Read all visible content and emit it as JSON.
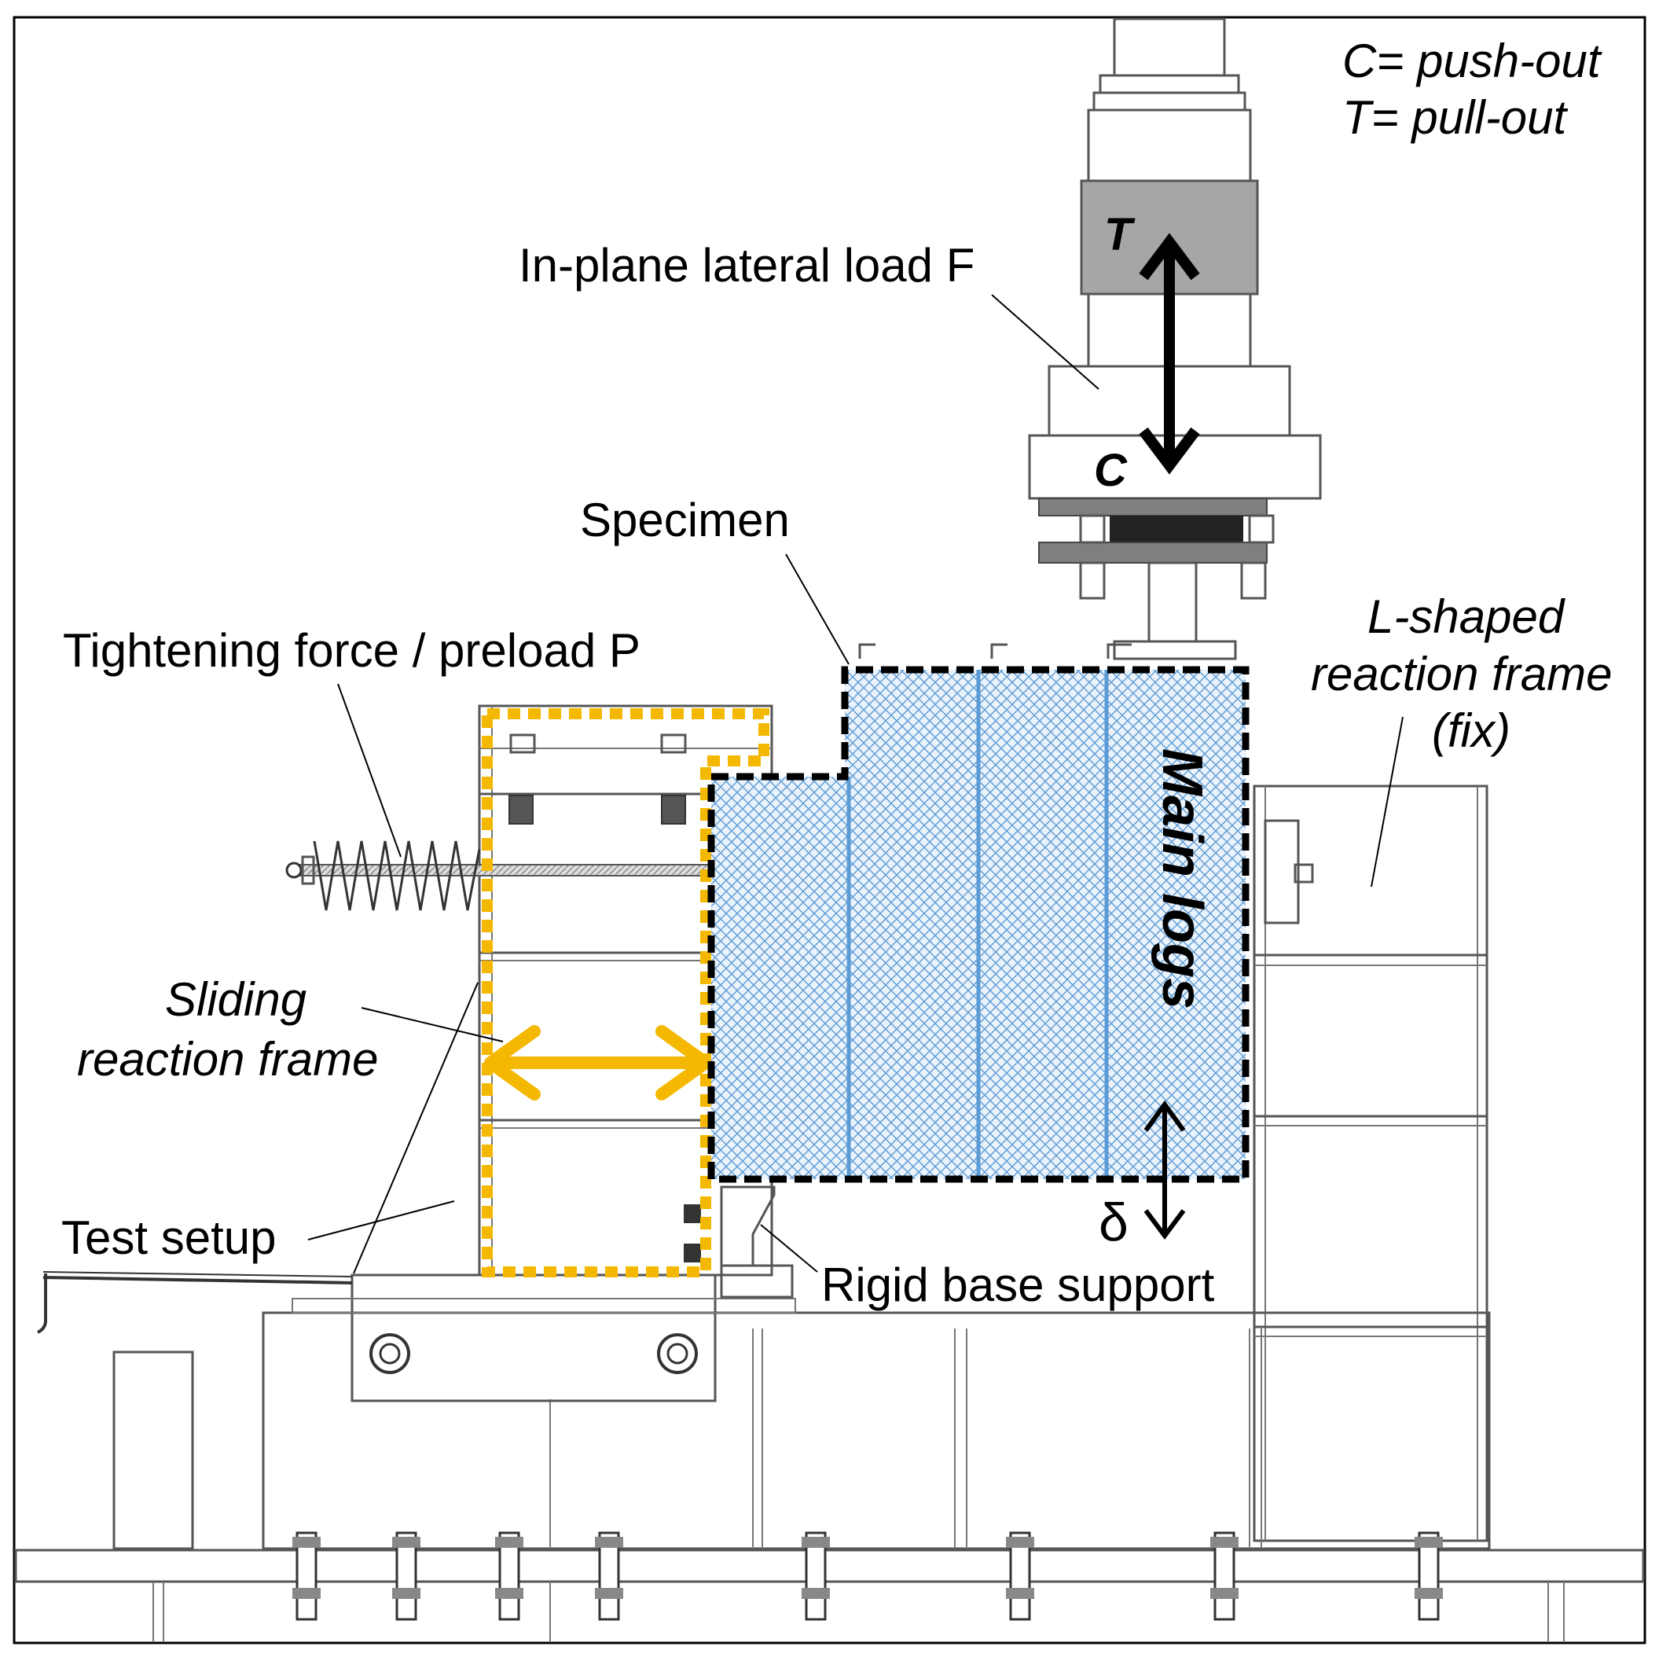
{
  "legend": {
    "line1": "C= push-out",
    "line2": "T= pull-out"
  },
  "labels": {
    "load": "In-plane lateral load F",
    "specimen": "Specimen",
    "tightening": "Tightening force / preload P",
    "l_frame_1": "L-shaped",
    "l_frame_2": "reaction frame",
    "l_frame_3": "(fix)",
    "sliding_1": "Sliding",
    "sliding_2": "reaction frame",
    "main_logs": "Main logs",
    "test_setup": "Test setup",
    "rigid_base": "Rigid base support",
    "delta": "δ",
    "t_mark": "T",
    "c_mark": "C"
  },
  "colors": {
    "orange_dotted": "#F5B800",
    "orange_arrow": "#F5B800",
    "log_hatch": "#5B9BD5",
    "log_line": "#5B9BD5",
    "actuator_gray": "#A6A6A6",
    "dark_plate": "#7F7F7F"
  }
}
